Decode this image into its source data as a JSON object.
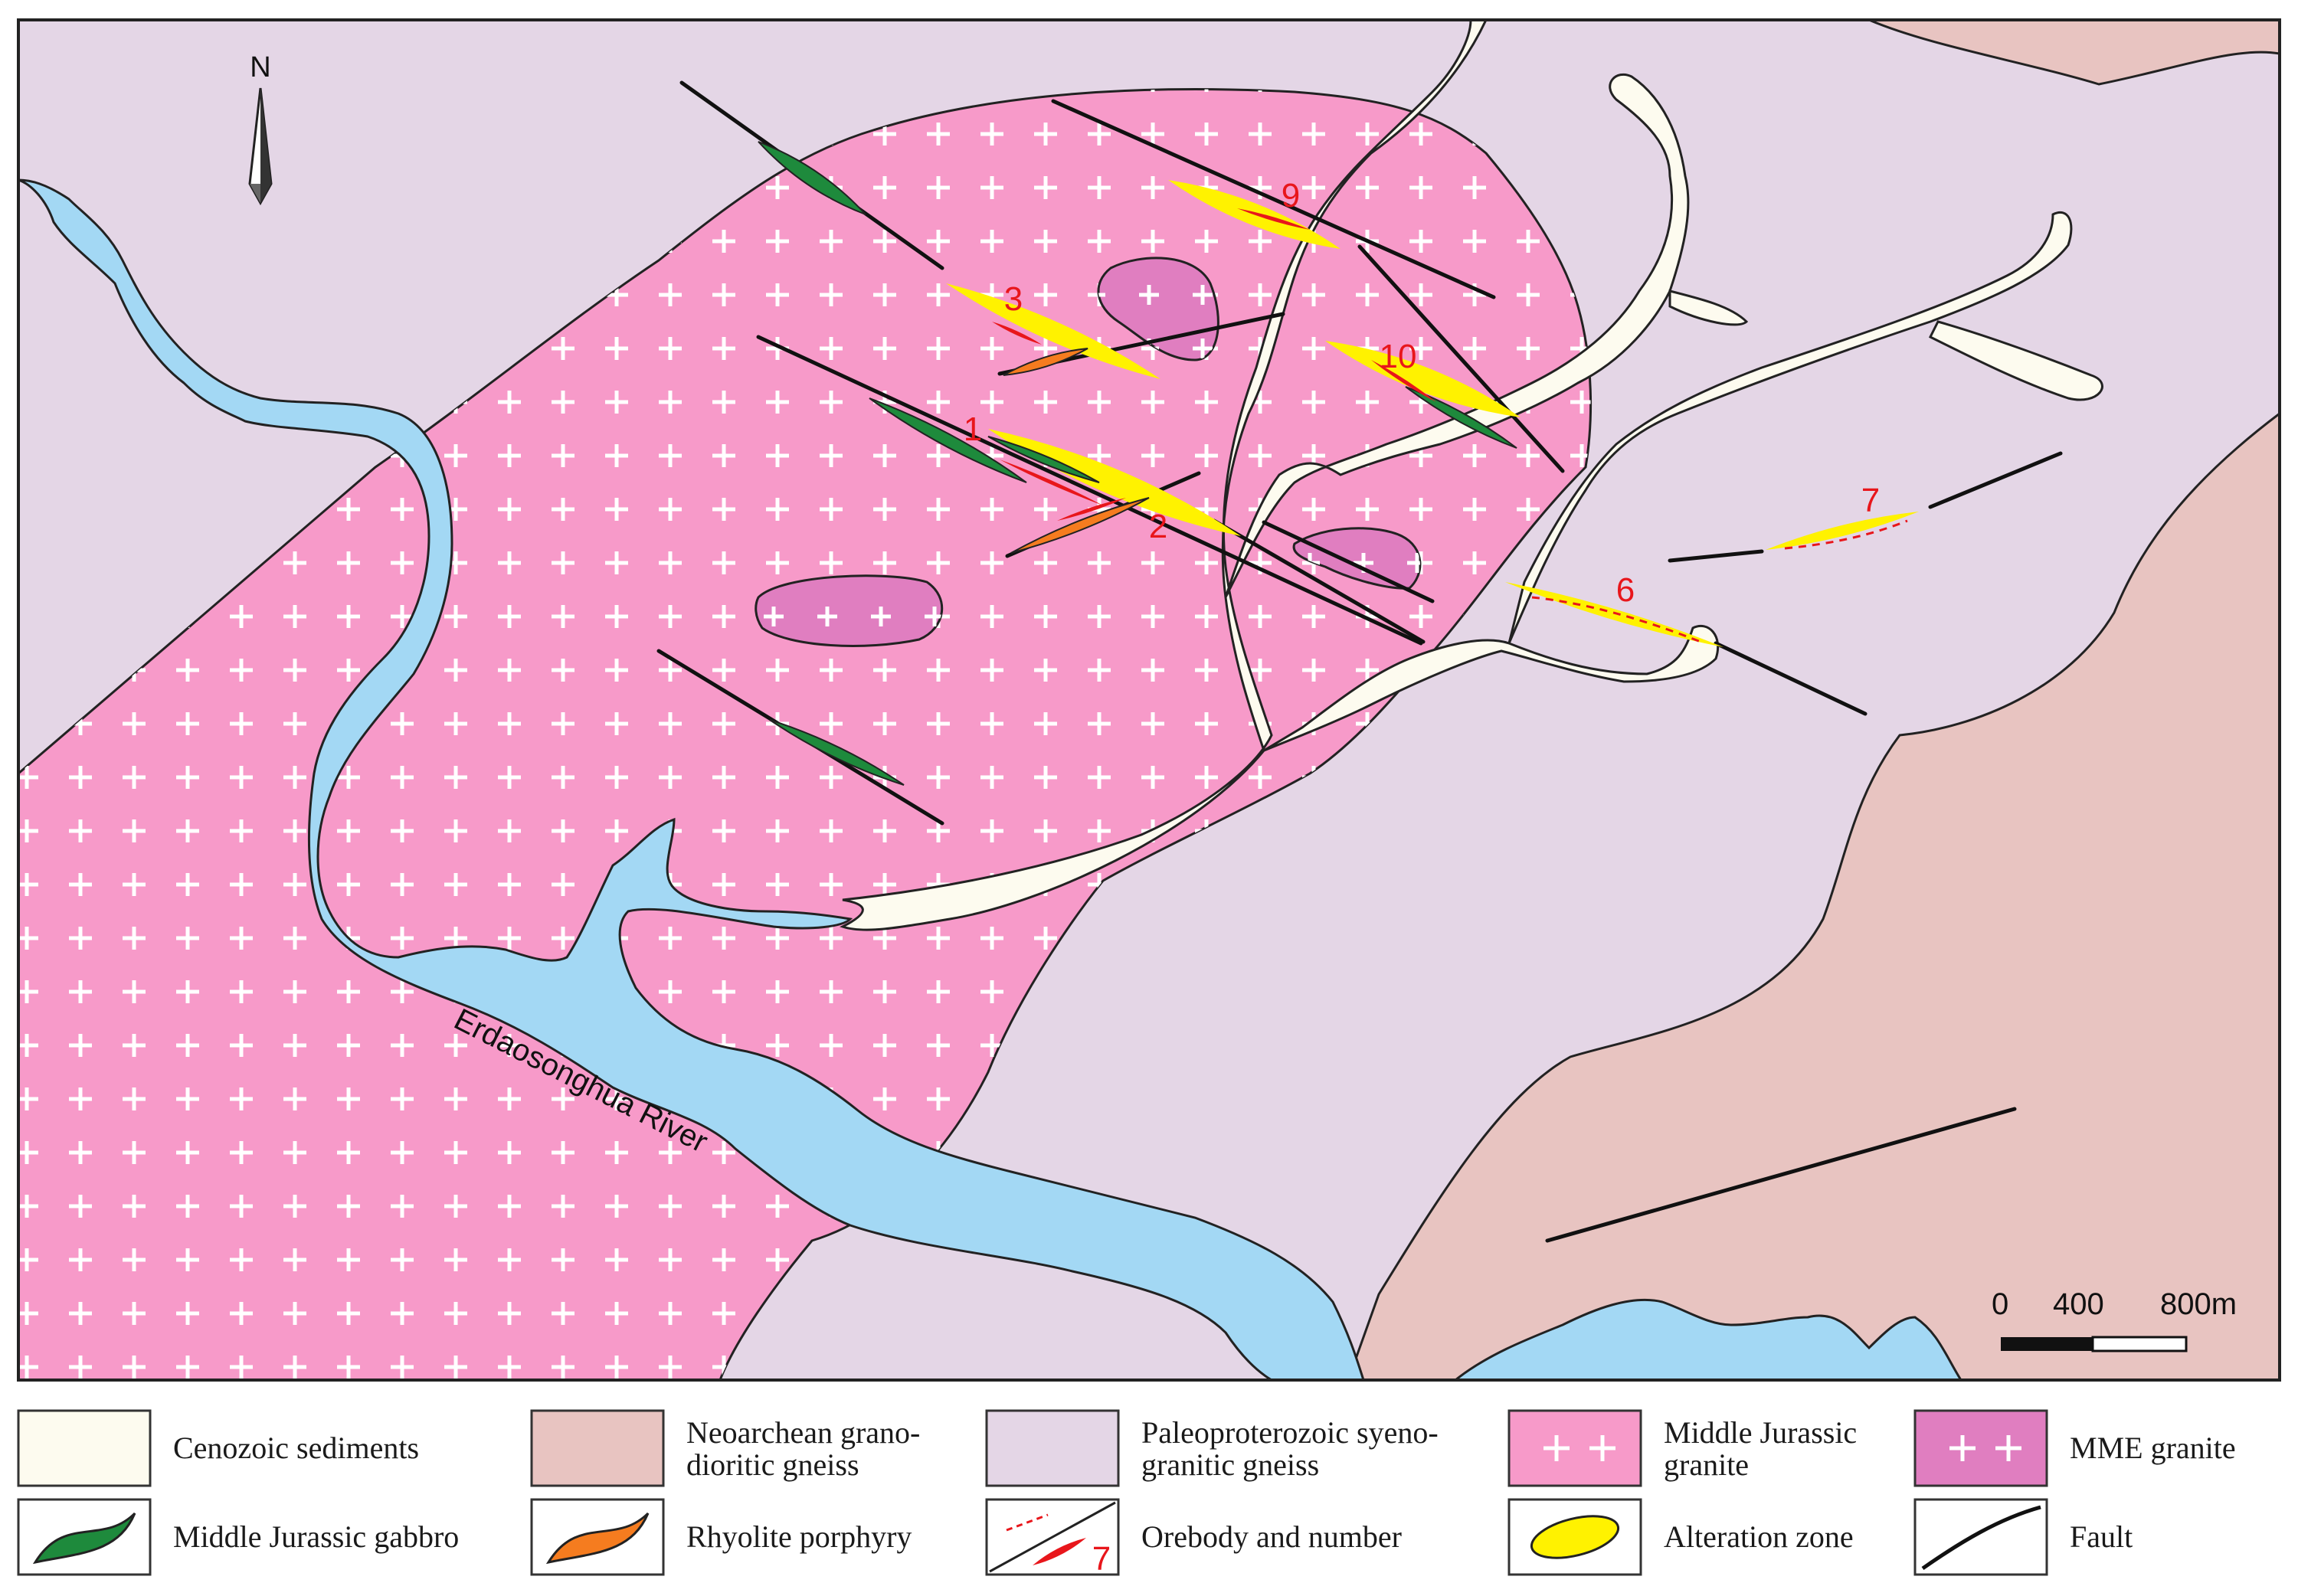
{
  "map": {
    "north_label": "N",
    "river_label": "Erdaosonghua River",
    "scale": {
      "zero": "0",
      "mid": "400",
      "end": "800m"
    },
    "orebody_numbers": [
      "1",
      "2",
      "3",
      "6",
      "7",
      "9",
      "10"
    ],
    "colors": {
      "cenozoic": "#fdfbef",
      "neoarchean": "#e8c4c1",
      "paleoproterozoic": "#e4d6e6",
      "jurassic_granite": "#f79ac9",
      "mme_granite": "#e07ec0",
      "gabbro": "#1e8a3c",
      "rhyolite": "#f57c1f",
      "orebody": "#e8161b",
      "alteration": "#fff200",
      "river": "#a3d8f4",
      "fault": "#111111"
    }
  },
  "legend": {
    "items": [
      {
        "id": "cenozoic",
        "lines": [
          "Cenozoic sediments"
        ]
      },
      {
        "id": "neoarchean",
        "lines": [
          "Neoarchean grano-",
          "dioritic gneiss"
        ]
      },
      {
        "id": "paleoproterozoic",
        "lines": [
          "Paleoproterozoic syeno-",
          "granitic  gneiss"
        ]
      },
      {
        "id": "jurassic_granite",
        "lines": [
          "Middle Jurassic",
          "granite"
        ]
      },
      {
        "id": "mme_granite",
        "lines": [
          "MME granite"
        ]
      },
      {
        "id": "gabbro",
        "lines": [
          "Middle Jurassic gabbro"
        ]
      },
      {
        "id": "rhyolite",
        "lines": [
          "Rhyolite porphyry"
        ]
      },
      {
        "id": "orebody",
        "lines": [
          "Orebody and number"
        ],
        "symbol_number": "7"
      },
      {
        "id": "alteration",
        "lines": [
          "Alteration zone"
        ]
      },
      {
        "id": "fault",
        "lines": [
          "Fault"
        ]
      }
    ]
  }
}
